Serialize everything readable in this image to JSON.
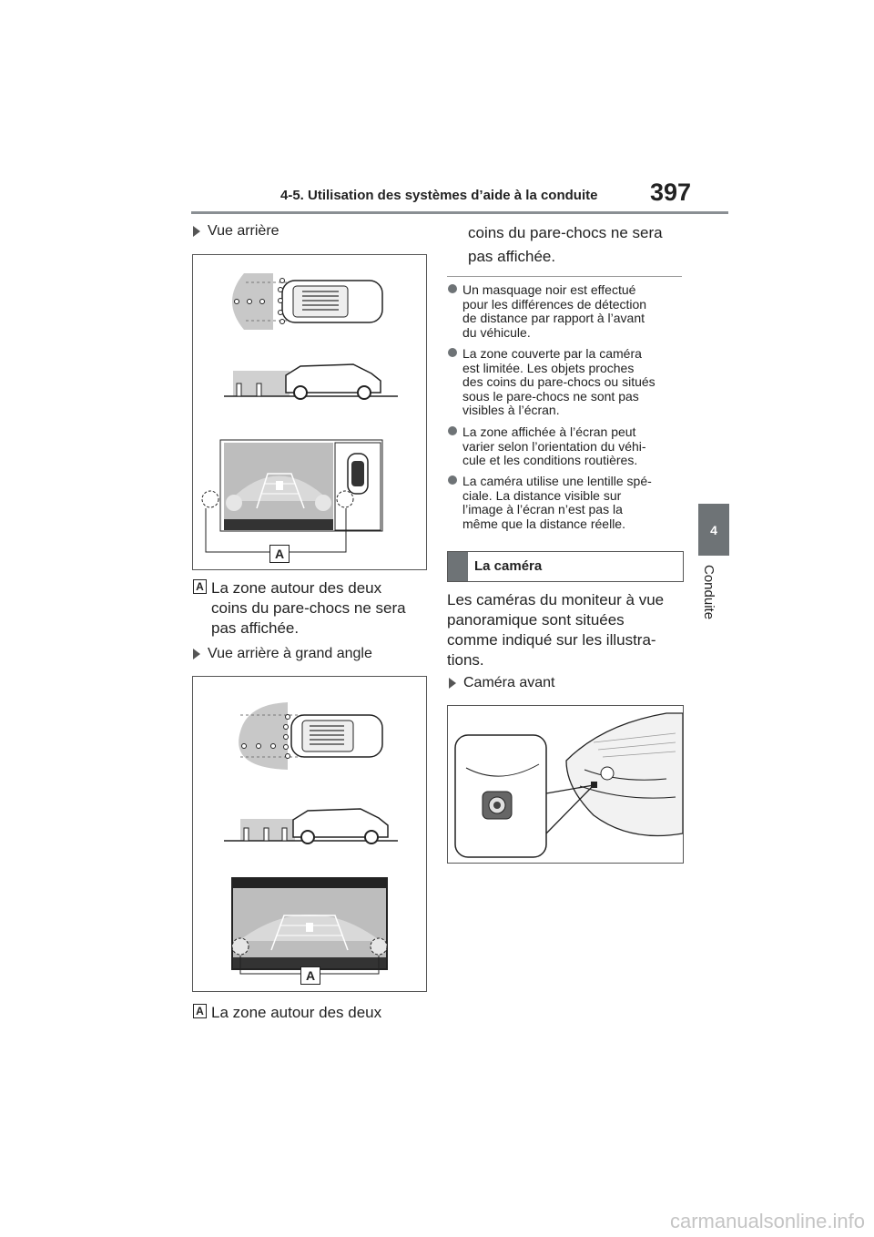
{
  "header": {
    "title": "4-5. Utilisation des systèmes d’aide à la conduite",
    "page_number": "397"
  },
  "side_tab": {
    "number": "4",
    "label": "Conduite"
  },
  "left": {
    "heading1": "Vue arrière",
    "fig1_label": "A",
    "caption1_box": "A",
    "caption1_line1": "La zone autour des deux",
    "caption1_line2": "coins du pare-chocs ne sera",
    "caption1_line3": "pas affichée.",
    "heading2": "Vue arrière à grand angle",
    "fig2_label": "A",
    "caption2_box": "A",
    "caption2_line1": "La zone autour des deux"
  },
  "right": {
    "cont_line1": "coins du pare-chocs ne sera",
    "cont_line2": "pas affichée.",
    "notes": [
      [
        "Un masquage noir est effectué",
        "pour les différences de détection",
        "de distance par rapport à l’avant",
        "du véhicule."
      ],
      [
        "La zone couverte par la caméra",
        "est limitée. Les objets proches",
        "des coins du pare-chocs ou situés",
        "sous le pare-chocs ne sont pas",
        "visibles à l’écran."
      ],
      [
        "La zone affichée à l’écran peut",
        "varier selon l’orientation du véhi-",
        "cule et les conditions routières."
      ],
      [
        "La caméra utilise une lentille spé-",
        "ciale. La distance visible sur",
        "l’image à l’écran n’est pas la",
        "même que la distance réelle."
      ]
    ],
    "section_title": "La caméra",
    "para": [
      "Les caméras du moniteur à vue",
      "panoramique sont situées",
      "comme indiqué sur les illustra-",
      "tions."
    ],
    "heading3": "Caméra avant"
  },
  "footer": {
    "site": "carmanualsonline.info"
  }
}
